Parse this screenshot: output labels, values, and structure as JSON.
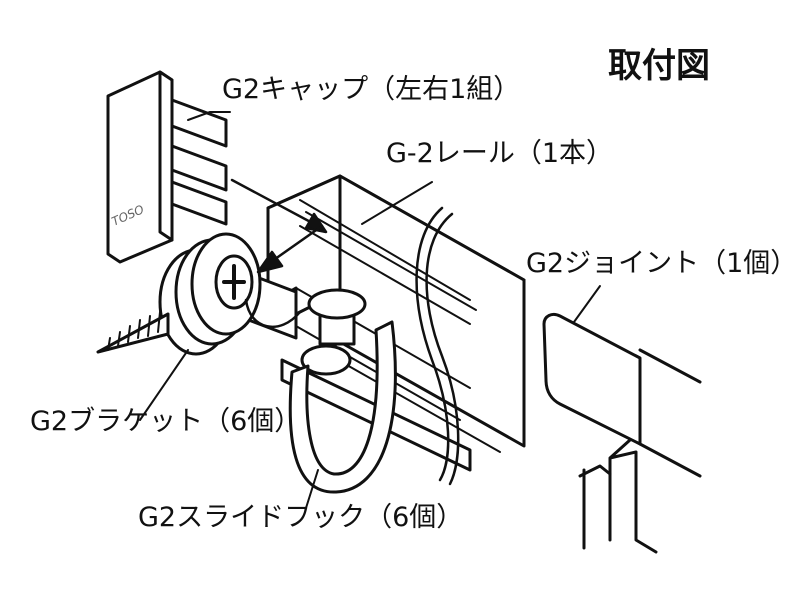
{
  "title": "取付図",
  "labels": {
    "cap": "G2キャップ（左右1組）",
    "rail": "G-2レール（1本）",
    "joint": "G2ジョイント（1個）",
    "bracket": "G2ブラケット（6個）",
    "hook": "G2スライドフック（6個）"
  },
  "cap_logo": "TOSO"
}
